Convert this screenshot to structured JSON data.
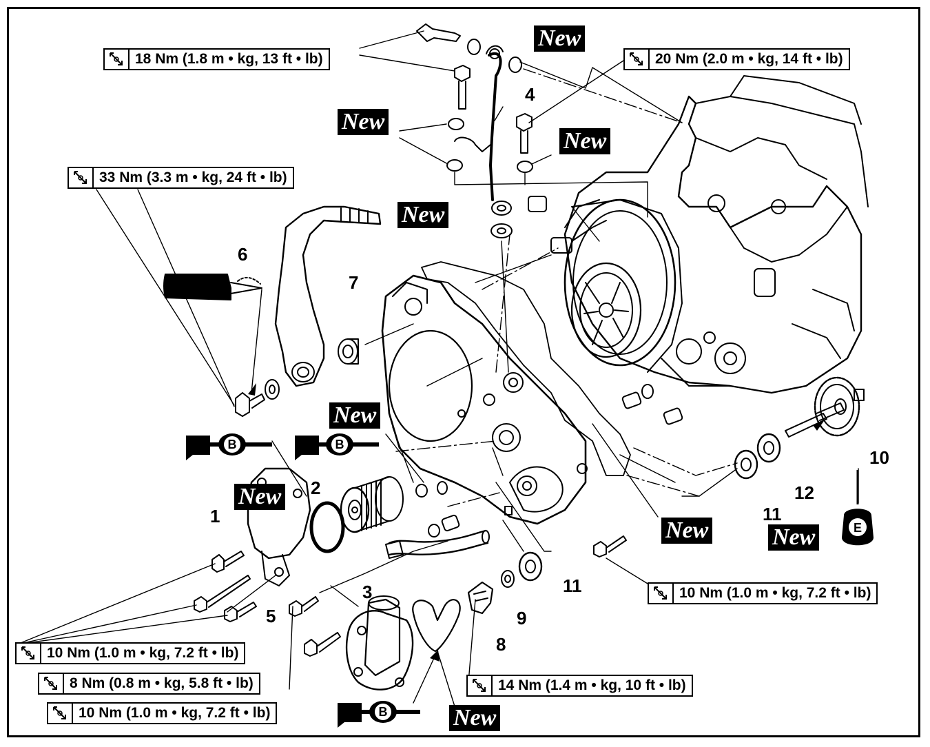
{
  "torque_labels": [
    "18 Nm (1.8 m • kg, 13 ft • lb)",
    "20 Nm (2.0 m • kg, 14 ft • lb)",
    "33 Nm (3.3 m • kg, 24 ft • lb)",
    "10 Nm (1.0 m • kg, 7.2 ft • lb)",
    "10 Nm (1.0 m • kg, 7.2 ft • lb)",
    "8 Nm (0.8 m • kg, 5.8 ft • lb)",
    "10 Nm (1.0 m • kg, 7.2 ft • lb)",
    "14 Nm (1.4 m • kg, 10 ft • lb)"
  ],
  "new_tag": "New",
  "lube_letters": {
    "b": "B",
    "e": "E"
  },
  "part_numbers": [
    "1",
    "2",
    "3",
    "4",
    "5",
    "6",
    "7",
    "8",
    "9",
    "10",
    "11",
    "11",
    "12"
  ],
  "icons": {
    "torque": "torque-wrench-icon",
    "grease": "grease-gun-icon",
    "oil": "oil-can-icon",
    "locktite": "thread-lock-tube-icon"
  }
}
